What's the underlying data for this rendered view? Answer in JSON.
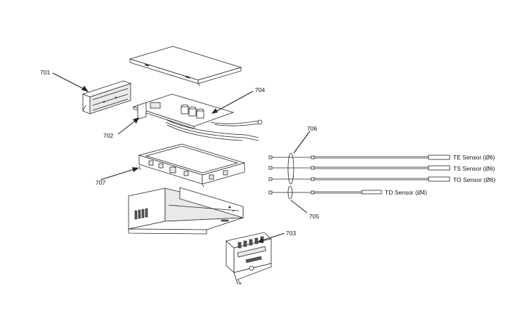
{
  "callouts": {
    "c701": "701",
    "c702": "702",
    "c703": "703",
    "c704": "704",
    "c705": "705",
    "c706": "706",
    "c707": "707"
  },
  "sensors": {
    "te": "TE Sensor (Ø6)",
    "ts": "TS Sensor (Ø6)",
    "to": "TO Sensor (Ø6)",
    "td": "TD Sensor (Ø4)"
  }
}
